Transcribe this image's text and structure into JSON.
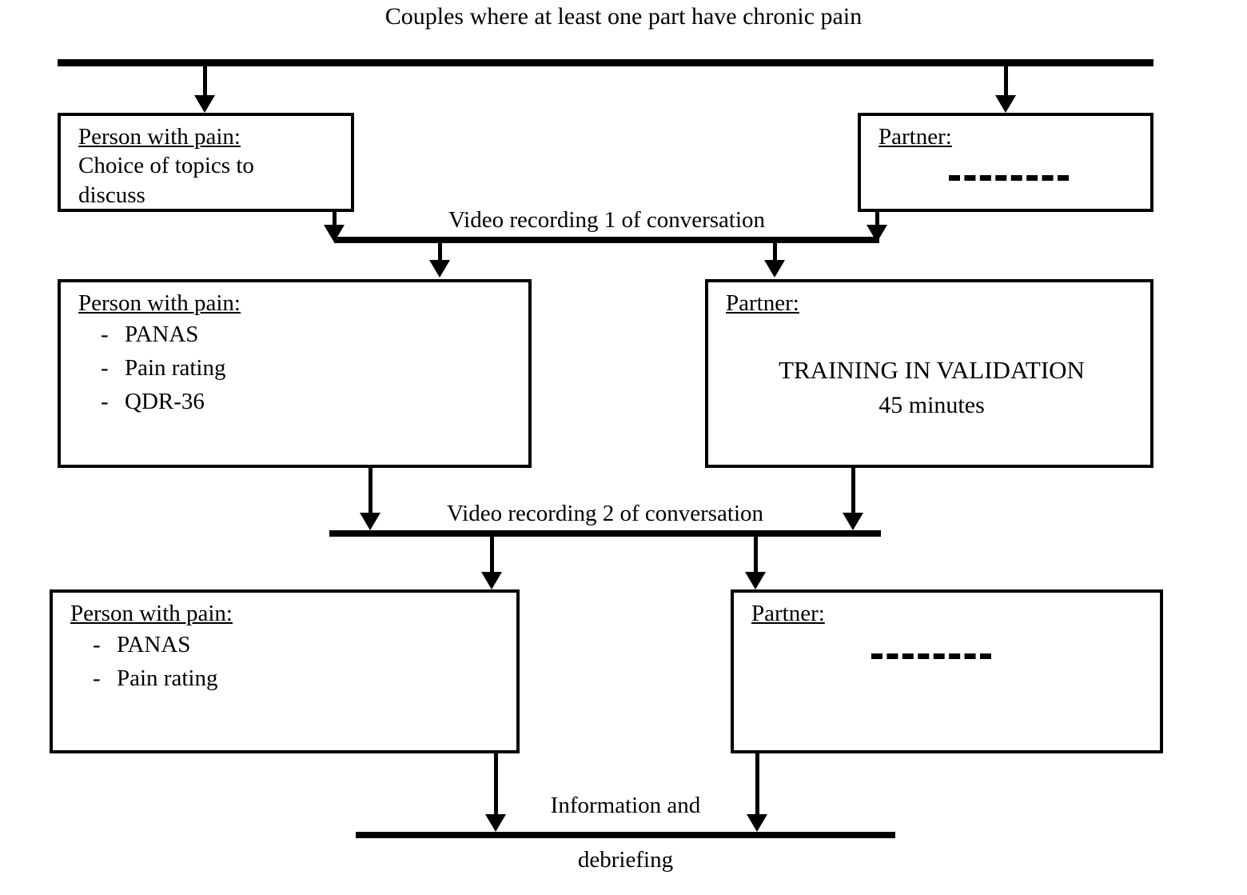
{
  "diagram": {
    "title": "Couples where at least one part have chronic pain",
    "boxes": {
      "row1_left": {
        "heading": "Person with pain:",
        "line1": "Choice of topics to",
        "line2": "discuss"
      },
      "row1_right": {
        "heading": "Partner:",
        "placeholder": "--------------"
      },
      "row2_left": {
        "heading": "Person with pain:",
        "items": [
          {
            "marker": "-",
            "label": "PANAS"
          },
          {
            "marker": "-",
            "label": "Pain rating"
          },
          {
            "marker": "-",
            "label": "QDR-36"
          }
        ]
      },
      "row2_right": {
        "heading": "Partner:",
        "main": "TRAINING IN VALIDATION",
        "sub": "45 minutes"
      },
      "row3_left": {
        "heading": "Person with pain:",
        "items": [
          {
            "marker": "-",
            "label": "PANAS"
          },
          {
            "marker": "-",
            "label": "Pain rating"
          }
        ]
      },
      "row3_right": {
        "heading": "Partner:",
        "placeholder": "--------------"
      }
    },
    "connectors": {
      "video1": "Video recording 1 of conversation",
      "video2": "Video recording 2 of conversation",
      "debrief_line1": "Information and",
      "debrief_line2": "debriefing"
    },
    "colors": {
      "stroke": "#000000",
      "background": "#ffffff"
    }
  }
}
